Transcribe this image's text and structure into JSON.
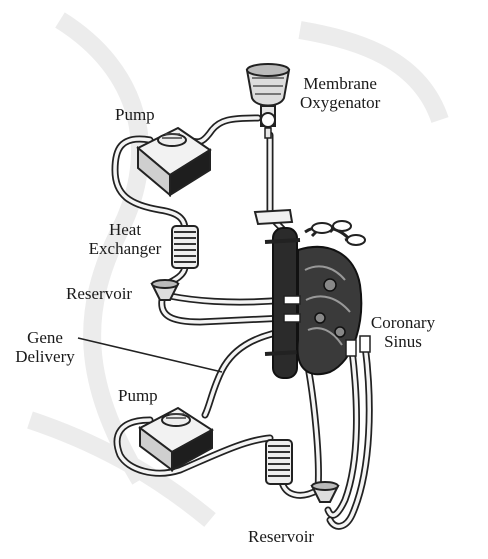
{
  "labels": {
    "membrane_oxygenator_line1": "Membrane",
    "membrane_oxygenator_line2": "Oxygenator",
    "pump_top": "Pump",
    "heat_exchanger_line1": "Heat",
    "heat_exchanger_line2": "Exchanger",
    "reservoir_top": "Reservoir",
    "gene_delivery_line1": "Gene",
    "gene_delivery_line2": "Delivery",
    "coronary_sinus_line1": "Coronary",
    "coronary_sinus_line2": "Sinus",
    "pump_bottom": "Pump",
    "reservoir_bottom": "Reservoir"
  },
  "colors": {
    "ink": "#1a1a1a",
    "tube": "#222222",
    "tube_fill": "#f4f4f4",
    "heart_dark": "#2b2b2b",
    "background_ghost": "#eeeeee"
  }
}
